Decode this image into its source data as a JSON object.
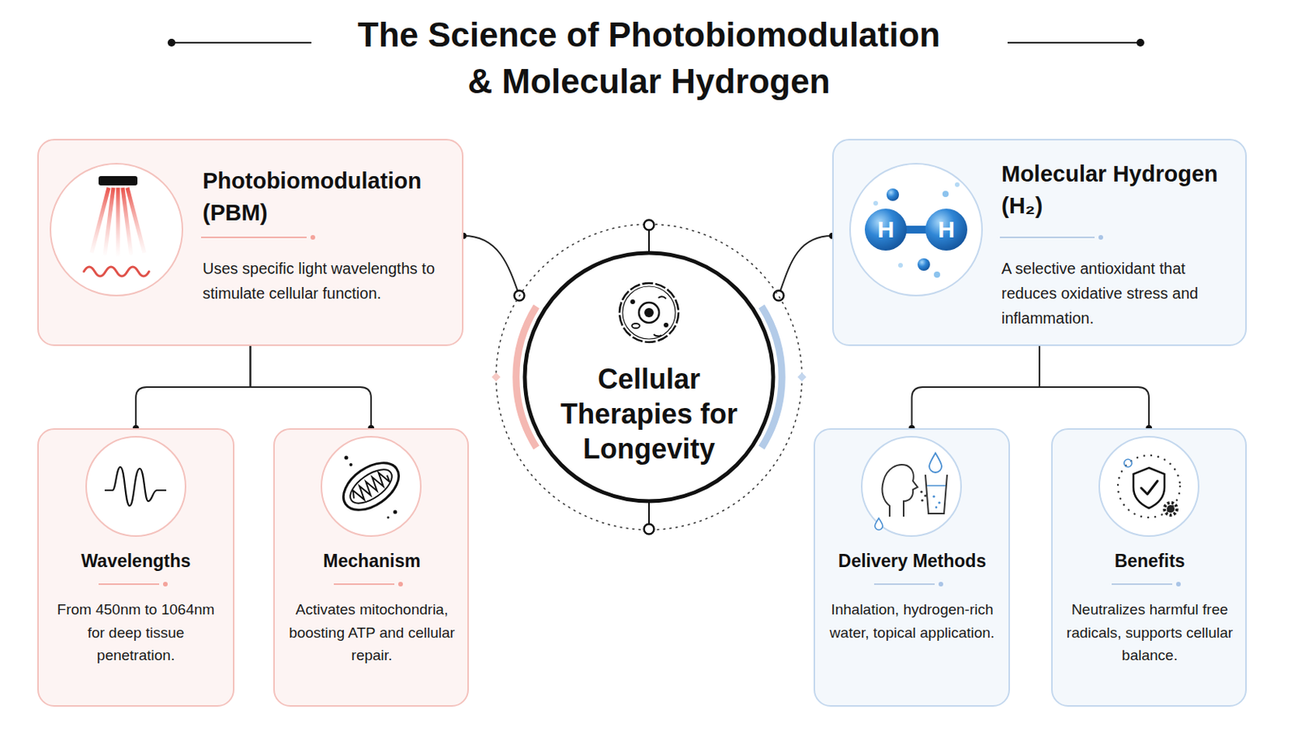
{
  "diagram": {
    "title": "The Science of Photobiomodulation & Molecular Hydrogen",
    "nodes": [
      {
        "text": [
          "Photobiomodulation (PBM)",
          "Uses specific light wavelengths to stimulate cellular function."
        ]
      },
      {
        "text": [
          "Wavelengths",
          "From 450nm to 1064nm for deep tissue penetration."
        ]
      },
      {
        "text": [
          "Mechanism",
          "Activates mitochondria, boosting ATP and cellular repair."
        ]
      },
      {
        "text": [
          "Cellular Therapies for Longevity"
        ]
      },
      {
        "text": [
          "Molecular Hydrogen (H₂)",
          "A selective antioxidant that reduces oxidative stress and inflammation."
        ]
      },
      {
        "text": [
          "Delivery Methods",
          "Inhalation, hydrogen-rich water, topical application."
        ]
      },
      {
        "text": [
          "Benefits",
          "Neutralizes harmful free radicals, supports cellular balance."
        ]
      }
    ],
    "edges": [
      {
        "from": 0,
        "to": 1,
        "arrow": "none"
      },
      {
        "from": 0,
        "to": 2,
        "arrow": "none"
      },
      {
        "from": 0,
        "to": 3,
        "arrow": "none"
      },
      {
        "from": 4,
        "to": 3,
        "arrow": "none"
      },
      {
        "from": 4,
        "to": 5,
        "arrow": "none"
      },
      {
        "from": 4,
        "to": 6,
        "arrow": "none"
      }
    ],
    "labels": [
      "H",
      "H"
    ]
  }
}
